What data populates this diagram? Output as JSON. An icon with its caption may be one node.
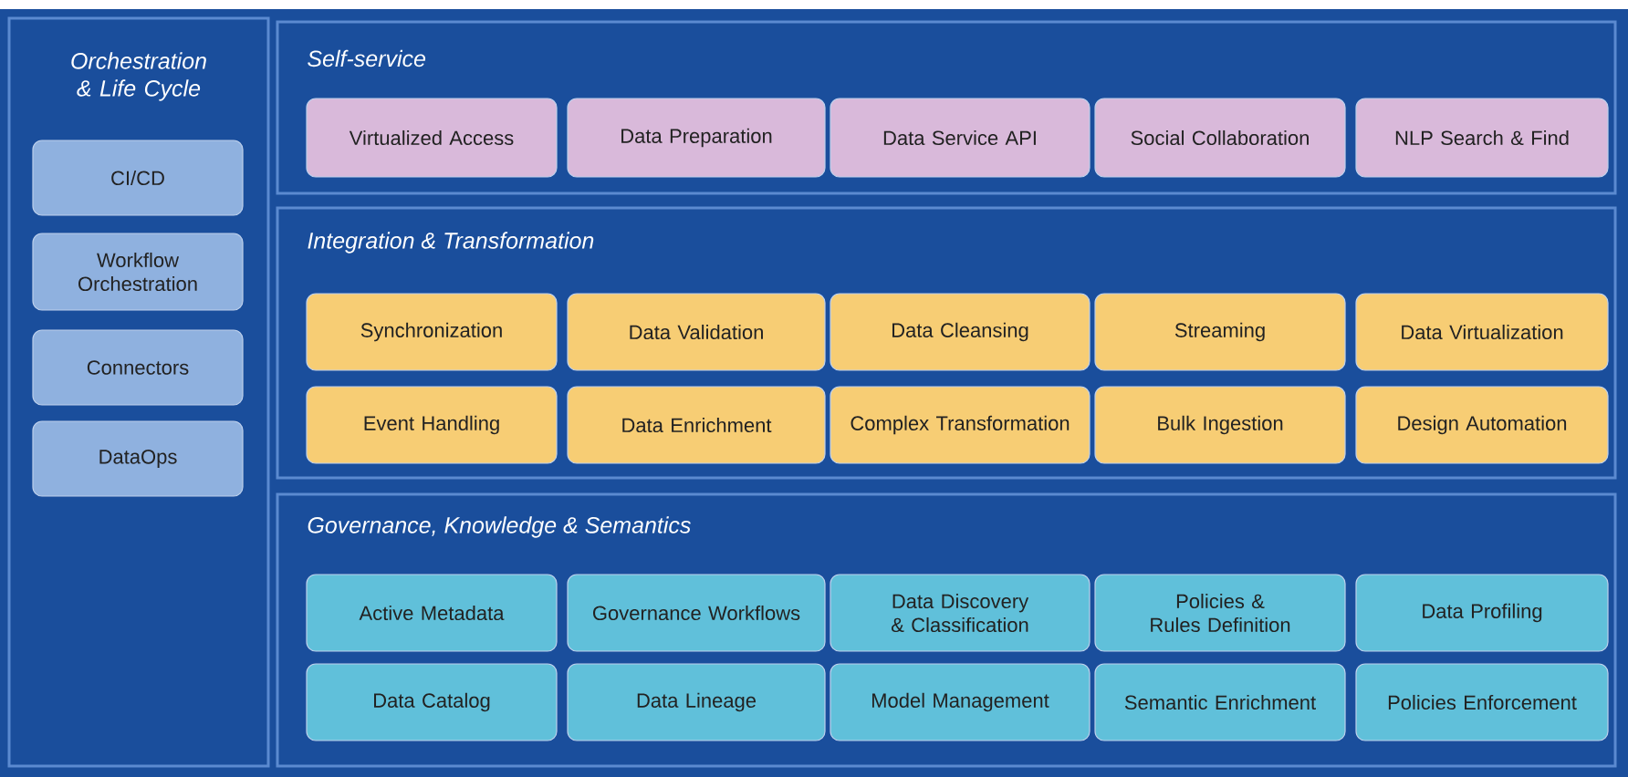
{
  "diagram": {
    "nodes": [
      {
        "text": [
          "Orchestration & Life Cycle"
        ]
      },
      {
        "text": [
          "CI/CD"
        ],
        "in": 0
      },
      {
        "text": [
          "Workflow Orchestration"
        ],
        "in": 0
      },
      {
        "text": [
          "Connectors"
        ],
        "in": 0
      },
      {
        "text": [
          "DataOps"
        ],
        "in": 0
      },
      {
        "text": [
          "Self-service"
        ]
      },
      {
        "text": [
          "Virtualized Access"
        ],
        "in": 5
      },
      {
        "text": [
          "Data Preparation"
        ],
        "in": 5
      },
      {
        "text": [
          "Data Service API"
        ],
        "in": 5
      },
      {
        "text": [
          "Social Collaboration"
        ],
        "in": 5
      },
      {
        "text": [
          "NLP Search & Find"
        ],
        "in": 5
      },
      {
        "text": [
          "Integration & Transformation"
        ]
      },
      {
        "text": [
          "Synchronization"
        ],
        "in": 11
      },
      {
        "text": [
          "Data Validation"
        ],
        "in": 11
      },
      {
        "text": [
          "Data Cleansing"
        ],
        "in": 11
      },
      {
        "text": [
          "Streaming"
        ],
        "in": 11
      },
      {
        "text": [
          "Data Virtualization"
        ],
        "in": 11
      },
      {
        "text": [
          "Event Handling"
        ],
        "in": 11
      },
      {
        "text": [
          "Data Enrichment"
        ],
        "in": 11
      },
      {
        "text": [
          "Complex Transformation"
        ],
        "in": 11
      },
      {
        "text": [
          "Bulk Ingestion"
        ],
        "in": 11
      },
      {
        "text": [
          "Design Automation"
        ],
        "in": 11
      },
      {
        "text": [
          "Governance, Knowledge & Semantics"
        ]
      },
      {
        "text": [
          "Active Metadata"
        ],
        "in": 22
      },
      {
        "text": [
          "Governance Workflows"
        ],
        "in": 22
      },
      {
        "text": [
          "Data Discovery & Classification"
        ],
        "in": 22
      },
      {
        "text": [
          "Policies & Rules Definition"
        ],
        "in": 22
      },
      {
        "text": [
          "Data Profiling"
        ],
        "in": 22
      },
      {
        "text": [
          "Data Catalog"
        ],
        "in": 22
      },
      {
        "text": [
          "Data Lineage"
        ],
        "in": 22
      },
      {
        "text": [
          "Model Management"
        ],
        "in": 22
      },
      {
        "text": [
          "Semantic Enrichment"
        ],
        "in": 22
      },
      {
        "text": [
          "Policies Enforcement"
        ],
        "in": 22
      }
    ]
  }
}
